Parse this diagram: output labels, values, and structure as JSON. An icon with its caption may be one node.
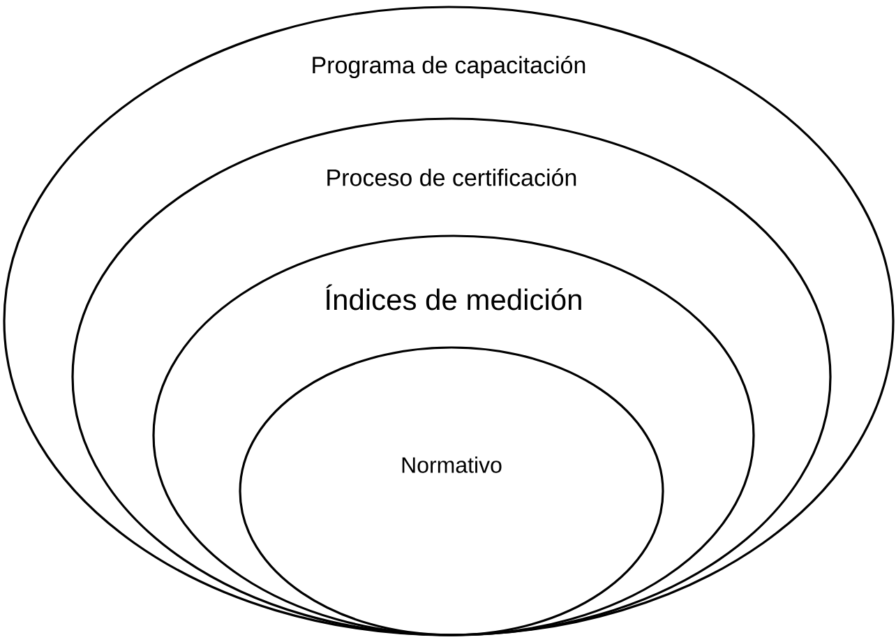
{
  "diagram": {
    "nodes": [
      {
        "text": [
          "Programa de capacitación"
        ]
      },
      {
        "text": [
          "Proceso de certificación"
        ],
        "in": 0
      },
      {
        "text": [
          "Índices de medición"
        ],
        "in": 1
      },
      {
        "text": [
          "Normativo"
        ],
        "in": 2
      }
    ]
  }
}
